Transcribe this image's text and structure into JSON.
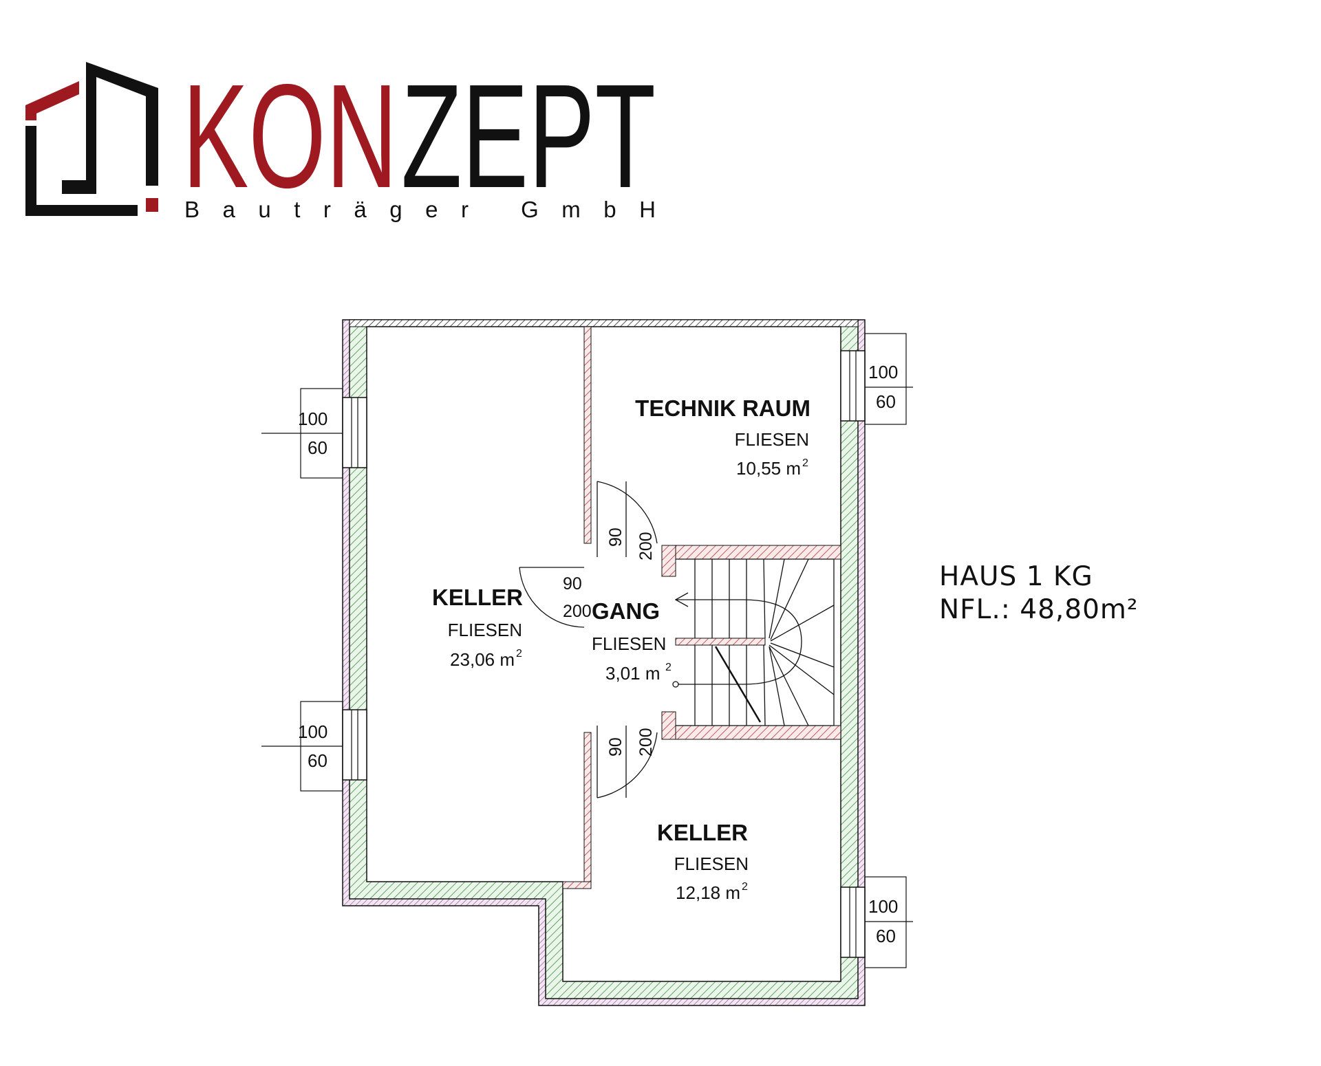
{
  "logo": {
    "word_red": "KON",
    "word_black": "ZEPT",
    "subtitle": "Bauträger GmbH",
    "colors": {
      "red": "#9e1a20",
      "black": "#111111"
    }
  },
  "plan_title": {
    "line1": "HAUS 1 KG",
    "line2": "NFL.: 48,80m²"
  },
  "rooms": {
    "technik": {
      "name": "TECHNIK RAUM",
      "floor": "FLIESEN",
      "area": "10,55 m",
      "unit_sup": "2"
    },
    "keller_left": {
      "name": "KELLER",
      "floor": "FLIESEN",
      "area": "23,06 m",
      "unit_sup": "2"
    },
    "gang": {
      "name": "GANG",
      "floor": "FLIESEN",
      "area": "3,01 m",
      "unit_sup": "2"
    },
    "keller_bottom": {
      "name": "KELLER",
      "floor": "FLIESEN",
      "area": "12,18 m",
      "unit_sup": "2"
    }
  },
  "windows": [
    {
      "width": "100",
      "height": "60"
    },
    {
      "width": "100",
      "height": "60"
    },
    {
      "width": "100",
      "height": "60"
    },
    {
      "width": "100",
      "height": "60"
    }
  ],
  "doors": [
    {
      "width": "90",
      "height": "200"
    },
    {
      "width": "90",
      "height": "200"
    },
    {
      "width": "90",
      "height": "200"
    }
  ],
  "colors": {
    "wall_outer": "#8a4a8a",
    "wall_insulation": "#3a8a3a",
    "wall_inner": "#b03030",
    "line": "#111111"
  }
}
